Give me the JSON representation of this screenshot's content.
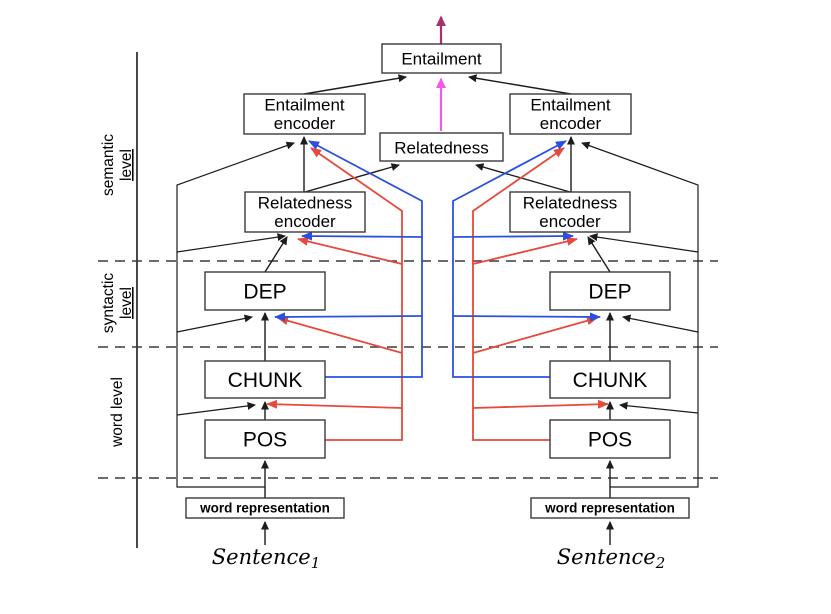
{
  "figure": {
    "title_semantics": "hierarchical multi-task model diagram",
    "side_labels": {
      "semantic": {
        "line1": "semantic",
        "line2": "level"
      },
      "syntactic": {
        "line1": "syntactic",
        "line2": "level"
      },
      "word": "word level"
    },
    "nodes": {
      "entailment": "Entailment",
      "relatedness": "Relatedness",
      "entailment_encoder": {
        "line1": "Entailment",
        "line2": "encoder"
      },
      "relatedness_encoder": {
        "line1": "Relatedness",
        "line2": "encoder"
      },
      "dep": "DEP",
      "chunk": "CHUNK",
      "pos": "POS",
      "word_representation": "word representation"
    },
    "inputs": {
      "sentence1": {
        "base": "Sentence",
        "sub": "1"
      },
      "sentence2": {
        "base": "Sentence",
        "sub": "2"
      }
    },
    "colors": {
      "line_black": "#1c1c1c",
      "box_border": "#3a3a3a",
      "skip_red": "#e64a3c",
      "skip_blue": "#2b50e0",
      "relatedness_to_entailment": "#ef5be4",
      "entailment_output": "#a5326b",
      "dashed": "#3c3c3c",
      "text": "#000000"
    }
  }
}
